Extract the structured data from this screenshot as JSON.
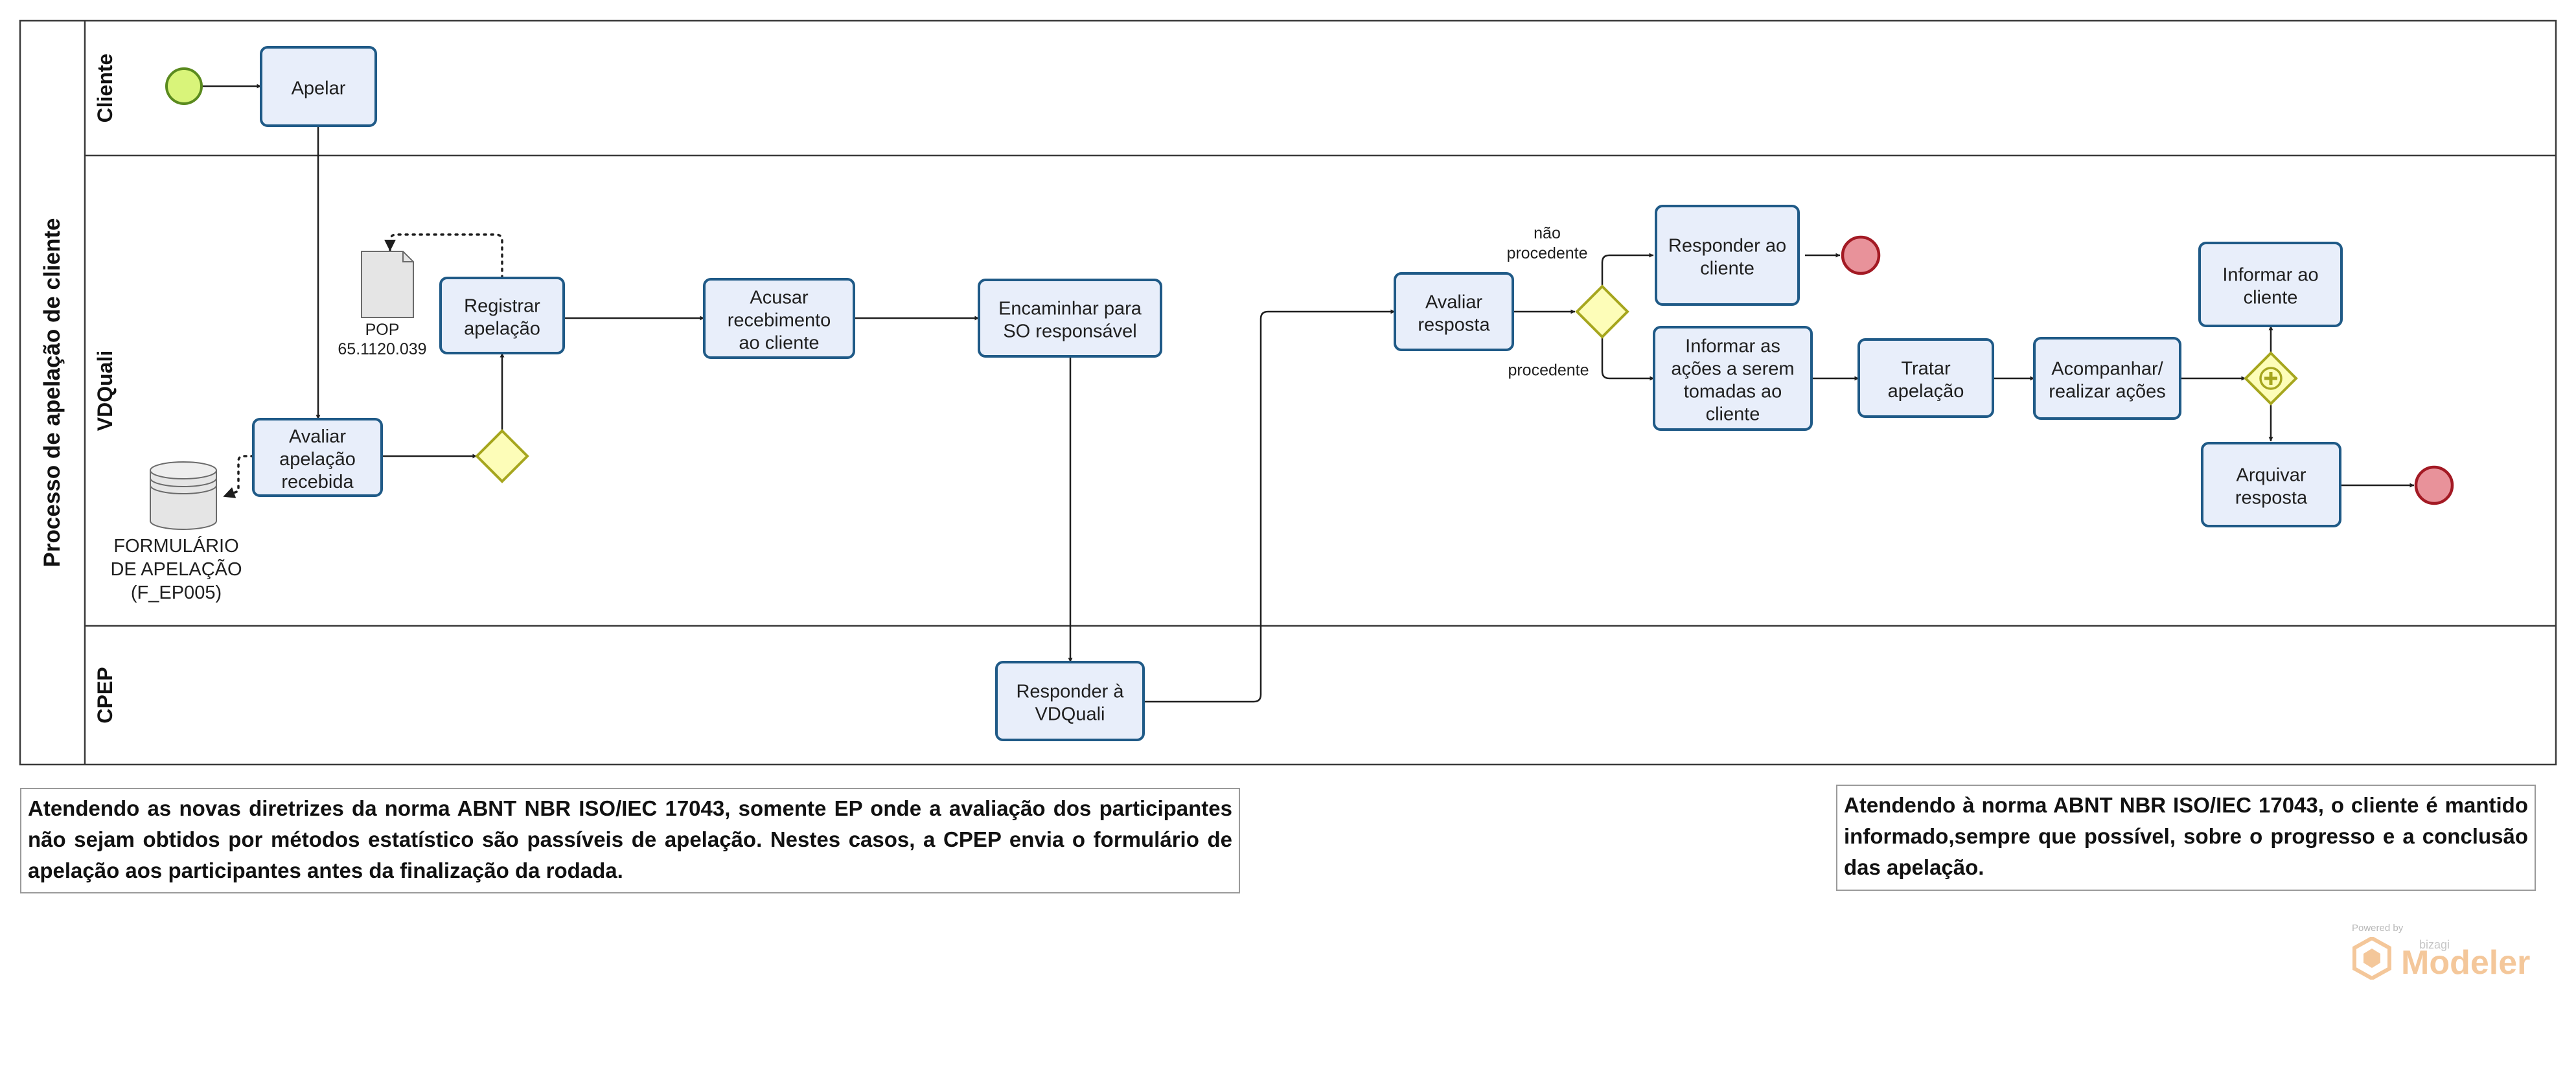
{
  "pool": {
    "title": "Processo de apelação de cliente"
  },
  "lanes": {
    "cliente": "Cliente",
    "vdquali": "VDQuali",
    "cpep": "CPEP"
  },
  "tasks": {
    "apelar": [
      "Apelar"
    ],
    "avaliar_apelacao": [
      "Avaliar",
      "apelação",
      "recebida"
    ],
    "registrar": [
      "Registrar",
      "apelação"
    ],
    "acusar": [
      "Acusar",
      "recebimento",
      "ao cliente"
    ],
    "encaminhar": [
      "Encaminhar para",
      "SO responsável"
    ],
    "responder_vdquali": [
      "Responder à",
      "VDQuali"
    ],
    "avaliar_resposta": [
      "Avaliar",
      "resposta"
    ],
    "responder_cliente": [
      "Responder ao",
      "cliente"
    ],
    "informar_acoes": [
      "Informar as",
      "ações a serem",
      "tomadas ao",
      "cliente"
    ],
    "tratar": [
      "Tratar",
      "apelação"
    ],
    "acompanhar": [
      "Acompanhar/",
      "realizar ações"
    ],
    "informar_cliente": [
      "Informar ao",
      "cliente"
    ],
    "arquivar": [
      "Arquivar",
      "resposta"
    ]
  },
  "artifacts": {
    "pop_doc": [
      "POP",
      "65.1120.039"
    ],
    "formulario": [
      "FORMULÁRIO",
      "DE APELAÇÃO",
      "(F_EP005)"
    ]
  },
  "flow_labels": {
    "nao_procedente": [
      "não",
      "procedente"
    ],
    "procedente": "procedente"
  },
  "notes": {
    "left": "Atendendo as novas diretrizes da norma ABNT NBR ISO/IEC 17043, somente EP onde a avaliação dos participantes não sejam obtidos por métodos estatístico são passíveis de apelação. Nestes casos, a CPEP envia o formulário de apelação aos participantes antes da finalização da rodada.",
    "right": "Atendendo à norma ABNT NBR ISO/IEC 17043, o cliente é mantido informado,sempre que possível, sobre o progresso e a conclusão das apelação."
  },
  "branding": {
    "powered_by": "Powered by",
    "company": "bizagi",
    "product": "Modeler"
  },
  "colors": {
    "task_fill": "#e8eefa",
    "task_stroke": "#1f5a87",
    "start_fill": "#d9f47a",
    "start_stroke": "#5a8a1e",
    "end_fill": "#e8929a",
    "end_stroke": "#a31a24",
    "gateway_fill": "#fdfdb8",
    "gateway_stroke": "#a6a61e"
  }
}
